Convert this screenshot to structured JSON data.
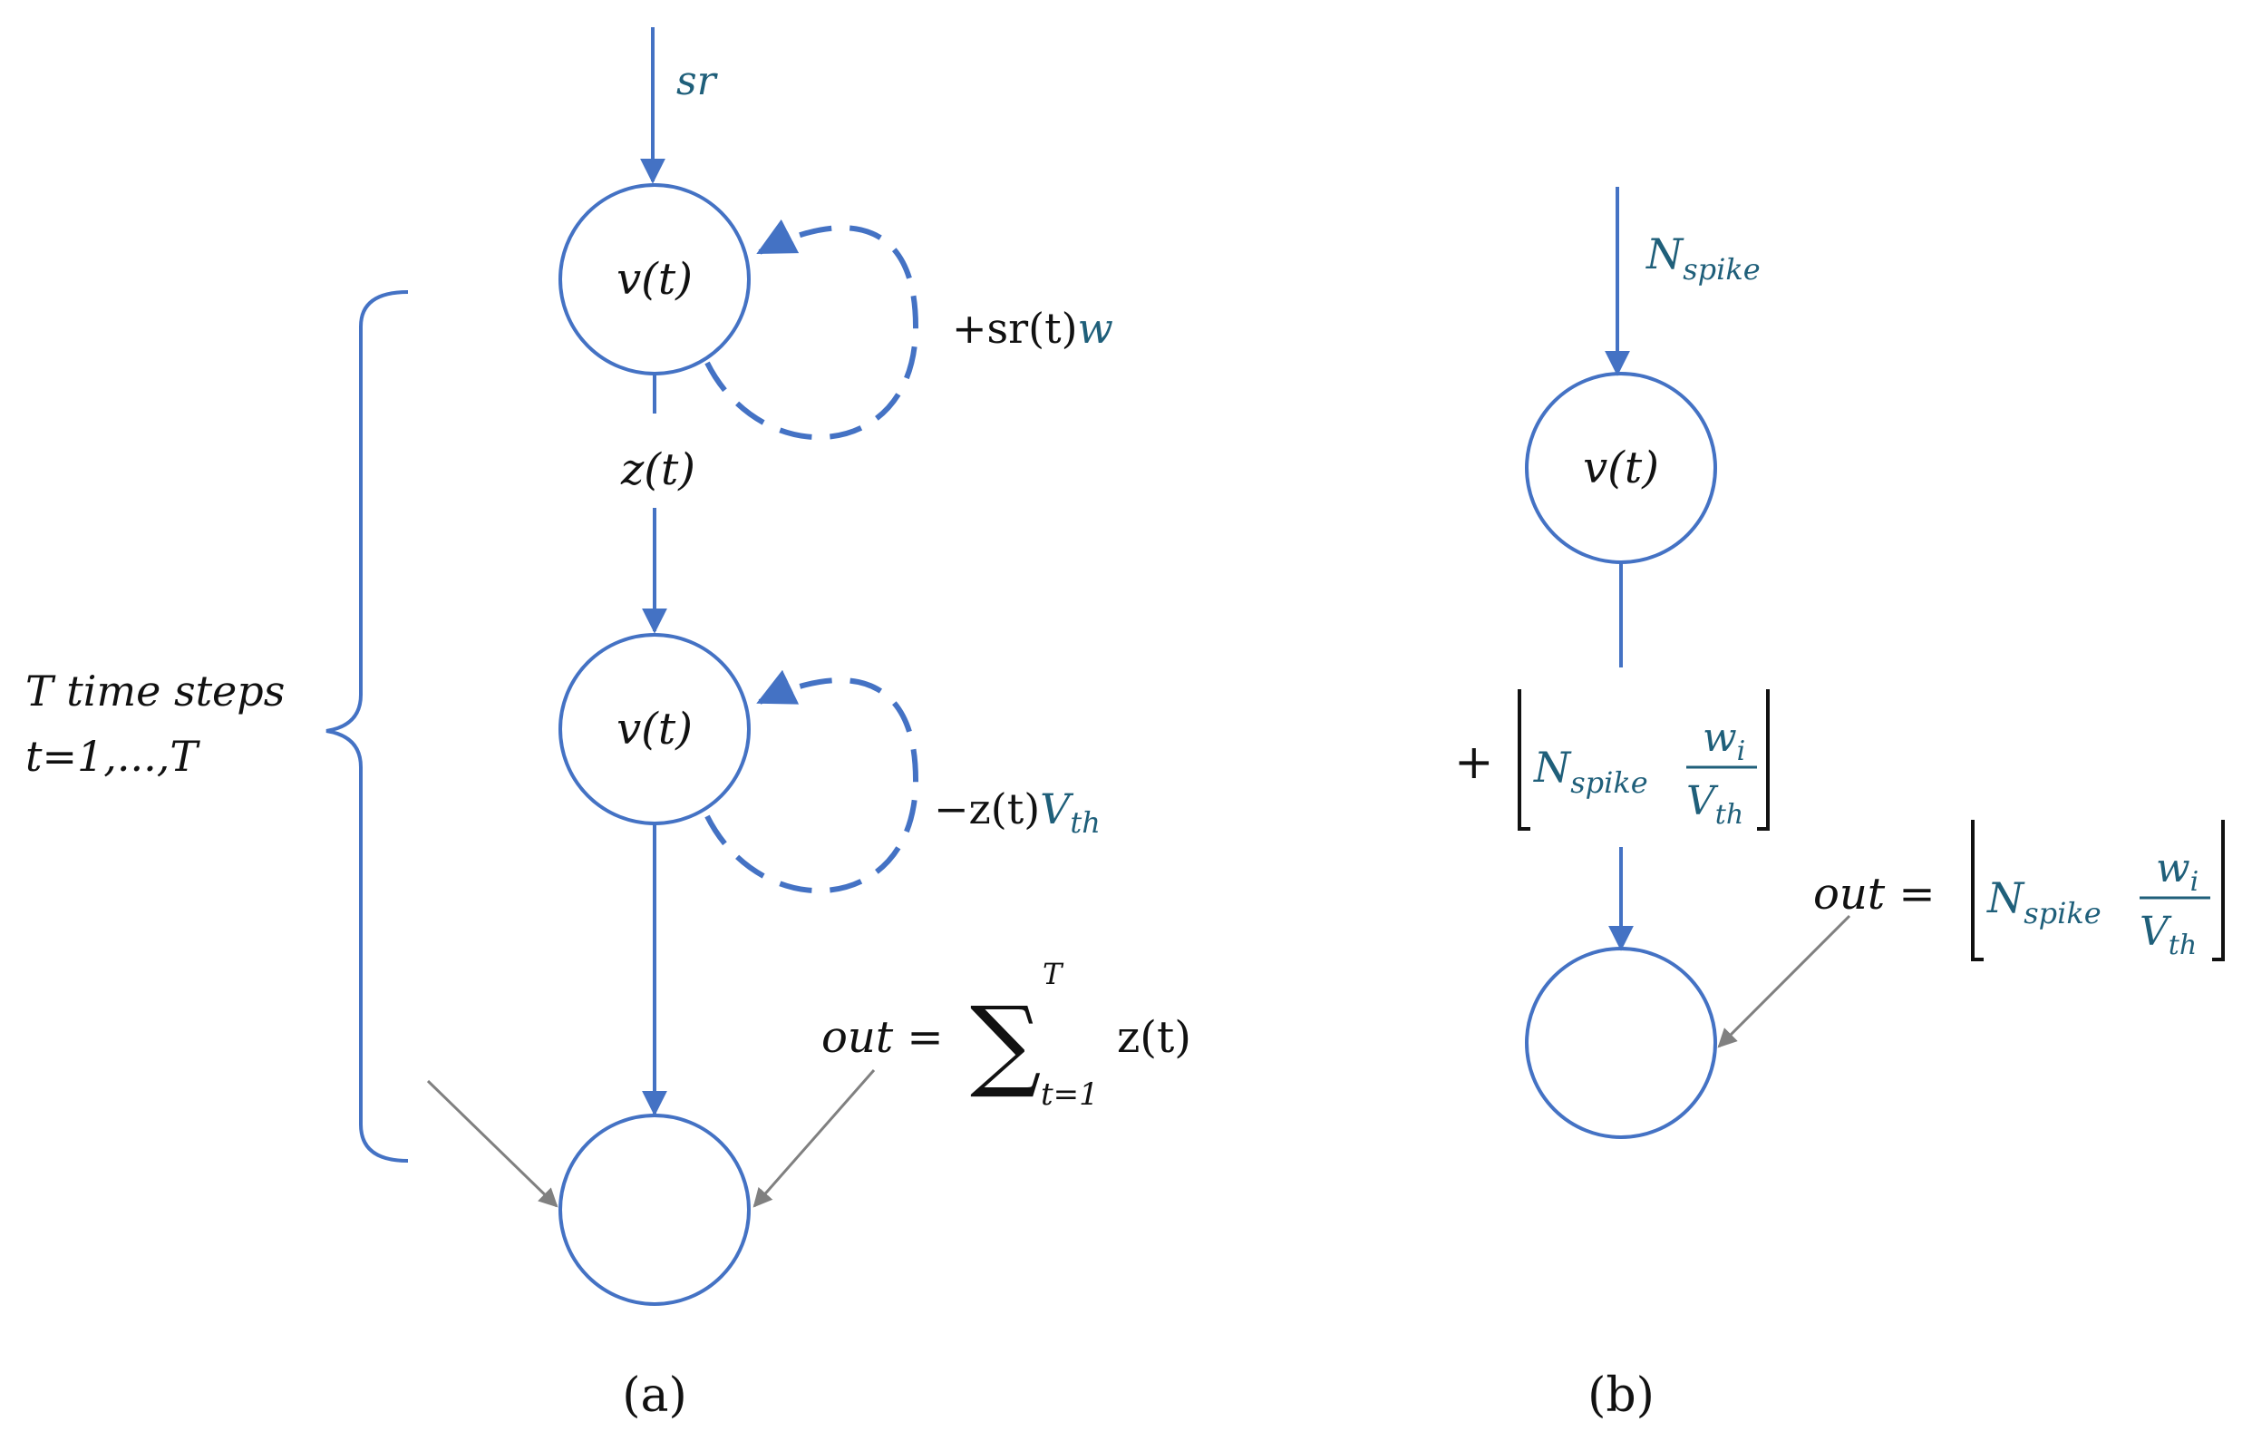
{
  "colors": {
    "node_stroke": "#4472c4",
    "arrow_gray": "#808080",
    "teal_text": "#1f5f7a",
    "black_text": "#111111",
    "background": "#ffffff"
  },
  "panel_a": {
    "input_label": "sr",
    "node1_label": "v(t)",
    "node2_label": "v(t)",
    "self_loop1": {
      "sign_term": "+sr(t)",
      "weight": "w"
    },
    "edge_label": "z(t)",
    "self_loop2": {
      "sign_term": "−z(t)",
      "threshold_main": "V",
      "threshold_sub": "th"
    },
    "brace_line1": "T time steps",
    "brace_line2": "t=1,...,T",
    "out_lhs": "out =",
    "sum_symbol": "∑",
    "sum_upper": "T",
    "sum_lower": "t=1",
    "sum_term": "z(t)",
    "caption": "(a)"
  },
  "panel_b": {
    "input_main": "N",
    "input_sub": "spike",
    "node_label": "v(t)",
    "plus": "+",
    "floor_N": "N",
    "floor_sub": "spike",
    "frac_num": "w",
    "frac_num_sub": "i",
    "frac_den": "V",
    "frac_den_sub": "th",
    "out_lhs": "out =",
    "out_N": "N",
    "out_sub": "spike",
    "out_num": "w",
    "out_num_sub": "i",
    "out_den": "V",
    "out_den_sub": "th",
    "caption": "(b)"
  }
}
